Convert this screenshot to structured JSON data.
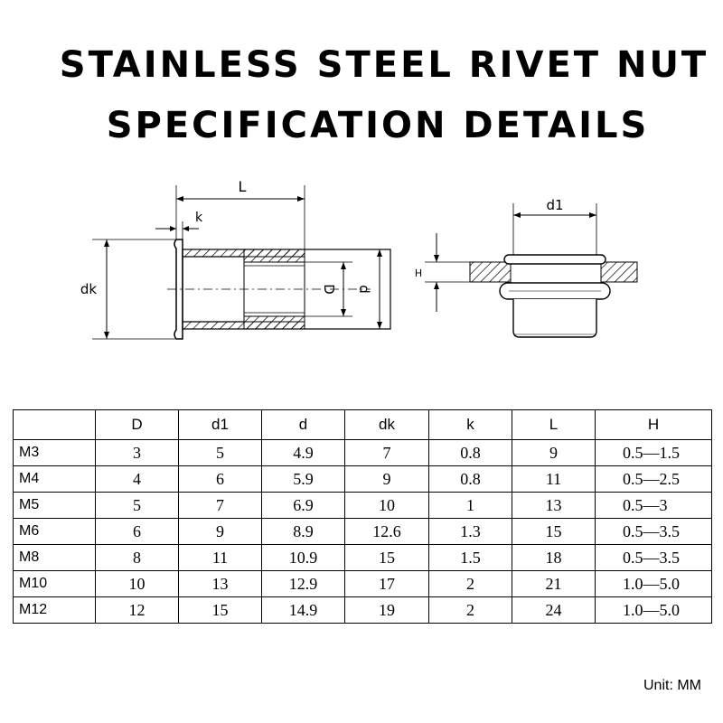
{
  "title": {
    "line1": "STAINLESS STEEL RIVET NUT",
    "line2": "SPECIFICATION DETAILS"
  },
  "diagram_labels": {
    "L": "L",
    "k": "k",
    "dk": "dk",
    "D": "D",
    "d": "d",
    "d1": "d1",
    "H": "H"
  },
  "table": {
    "headers": [
      "",
      "D",
      "d1",
      "d",
      "dk",
      "k",
      "L",
      "H"
    ],
    "rows": [
      [
        "M3",
        "3",
        "5",
        "4.9",
        "7",
        "0.8",
        "9",
        "0.5—1.5"
      ],
      [
        "M4",
        "4",
        "6",
        "5.9",
        "9",
        "0.8",
        "11",
        "0.5—2.5"
      ],
      [
        "M5",
        "5",
        "7",
        "6.9",
        "10",
        "1",
        "13",
        "0.5—3"
      ],
      [
        "M6",
        "6",
        "9",
        "8.9",
        "12.6",
        "1.3",
        "15",
        "0.5—3.5"
      ],
      [
        "M8",
        "8",
        "11",
        "10.9",
        "15",
        "1.5",
        "18",
        "0.5—3.5"
      ],
      [
        "M10",
        "10",
        "13",
        "12.9",
        "17",
        "2",
        "21",
        "1.0—5.0"
      ],
      [
        "M12",
        "12",
        "15",
        "14.9",
        "19",
        "2",
        "24",
        "1.0—5.0"
      ]
    ]
  },
  "unit": "Unit: MM"
}
